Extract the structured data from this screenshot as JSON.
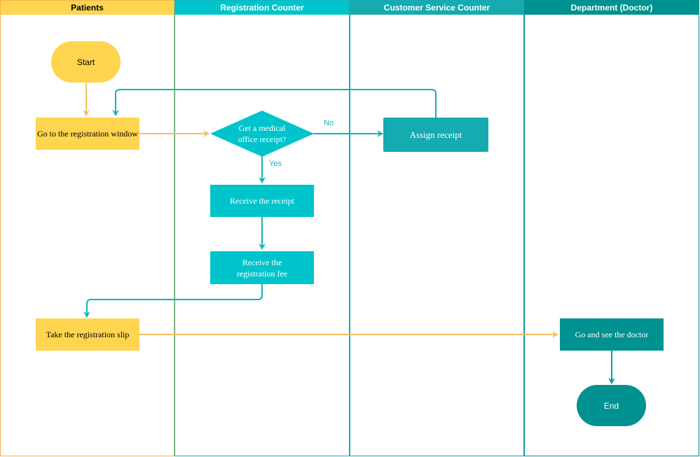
{
  "colors": {
    "patients": "#ffd54f",
    "patients_border": "#f5b14a",
    "registration": "#00c4cc",
    "customer_service": "#16aab1",
    "department": "#009191",
    "patients_arrow": "#f5c15d",
    "registration_arrow": "#11b3bc",
    "department_arrow": "#0a9ba0"
  },
  "lanes": [
    {
      "title": "Patients"
    },
    {
      "title": "Registration Counter"
    },
    {
      "title": "Customer Service Counter"
    },
    {
      "title": "Department (Doctor)"
    }
  ],
  "nodes": {
    "start": "Start",
    "go_registration": "Go to the registration window",
    "decision_line1": "Get a medical",
    "decision_line2": "office receipt?",
    "assign_receipt": "Assign receipt",
    "receive_receipt": "Receive the receipt",
    "receive_fee_line1": "Receive the",
    "receive_fee_line2": "registration fee",
    "take_slip": "Take the registration slip",
    "see_doctor": "Go and see the doctor",
    "end": "End"
  },
  "edge_labels": {
    "no": "No",
    "yes": "Yes"
  }
}
